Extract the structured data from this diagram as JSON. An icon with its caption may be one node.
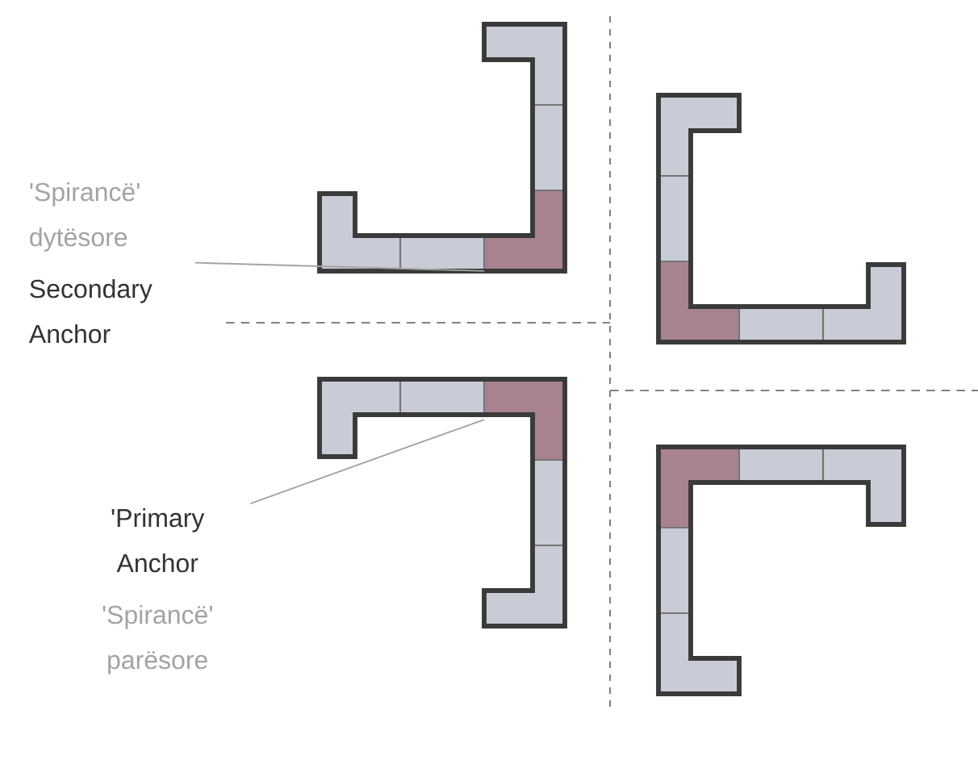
{
  "diagram": {
    "nodes": [
      {
        "text": [
          "'Spirancë' dytësore",
          "Secondary Anchor"
        ]
      },
      {
        "text": [
          "'Primary Anchor",
          "'Spirancë' parësore"
        ]
      },
      {
        "text": [],
        "shape": "box"
      },
      {
        "text": [],
        "shape": "box"
      },
      {
        "text": [],
        "shape": "box"
      },
      {
        "text": [],
        "shape": "box"
      }
    ],
    "edges": [
      {
        "from": 0,
        "to": 2,
        "arrow": "none"
      },
      {
        "from": 1,
        "to": 3,
        "arrow": "none"
      }
    ]
  }
}
